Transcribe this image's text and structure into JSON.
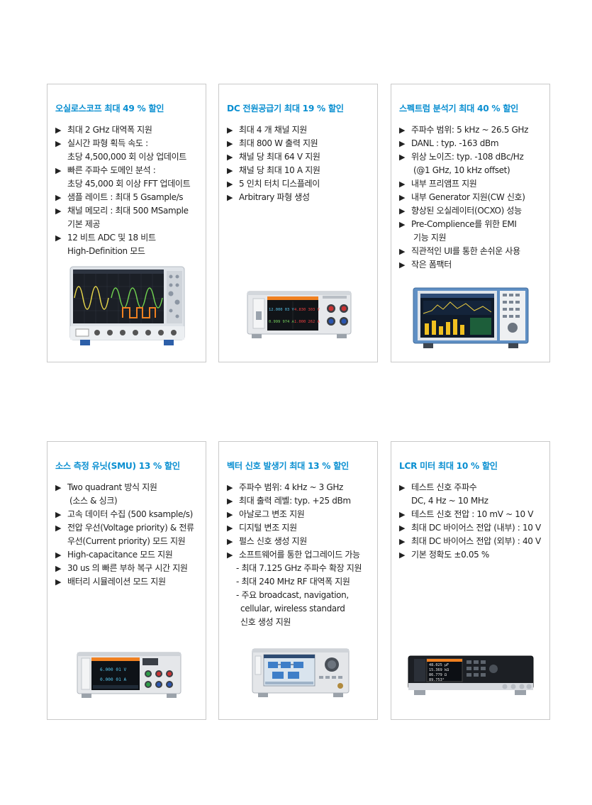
{
  "cards": [
    {
      "title": "오실로스코프 최대 49 % 할인",
      "lines": [
        "최대 2 GHz 대역폭 지원",
        "실시간 파형 획득 속도 :",
        "초당 4,500,000 회 이상 업데이트",
        "빠른 주파수 도메인 분석 :",
        "초당 45,000 회 이상 FFT 업데이트",
        "샘플 레이트 : 최대 5 Gsample/s",
        "채널 메모리 : 최대 500 MSample",
        "기본 제공",
        "12 비트 ADC 및 18 비트",
        "High-Definition 모드"
      ]
    },
    {
      "title": "DC 전원공급기 최대 19 % 할인",
      "lines": [
        "최대 4 개 채널 지원",
        "최대 800 W 출력 지원",
        "채널 당 최대 64 V 지원",
        "채널 당 최대 10 A 지원",
        "5 인치 터치 디스플레이",
        "Arbitrary 파형 생성"
      ],
      "display": [
        "12.000 03 V",
        "4.830 303 V",
        "0.999 974 A",
        "1.000 262 A"
      ]
    },
    {
      "title": "스펙트럼 분석기 최대 40 % 할인",
      "lines": [
        "주파수 범위: 5 kHz ~ 26.5 GHz",
        "DANL : typ. -163 dBm",
        "위상 노이즈: typ. -108 dBc/Hz",
        "(@1 GHz, 10 kHz offset)",
        "내부 프리앰프 지원",
        "내부 Generator 지원(CW 신호)",
        "향상된 오실레이터(OCXO) 성능",
        "Pre-Complience를 위한 EMI",
        "기능 지원",
        "직관적인 UI를 통한 손쉬운 사용",
        "작은 폼팩터"
      ]
    },
    {
      "title": "소스 측정 유닛(SMU) 13 % 할인",
      "lines": [
        "Two quadrant 방식 지원",
        "(소스 & 싱크)",
        "고속 데이터 수집 (500 ksample/s)",
        "전압 우선(Voltage priority) & 전류",
        "우선(Current priority) 모드 지원",
        "High-capacitance 모드 지원",
        "30 us 의 빠른 부하 복구 시간 지원",
        "배터리 시뮬레이션 모드 지원"
      ],
      "display": [
        "6.000 01 V",
        "0.000 01 A"
      ]
    },
    {
      "title": "벡터 신호 발생기 최대 13 % 할인",
      "lines": [
        "주파수 범위: 4 kHz ~ 3 GHz",
        "최대 출력 레벨: typ. +25 dBm",
        "아날로그 변조 지원",
        "디지털 변조 지원",
        "펄스 신호 생성 지원",
        "소프트웨어를 통한 업그레이드 가능",
        "- 최대 7.125 GHz 주파수 확장 지원",
        "- 최대 240 MHz RF 대역폭 지원",
        "- 주요 broadcast, navigation,",
        "cellular, wireless standard",
        "신호 생성 지원"
      ]
    },
    {
      "title": "LCR 미터 최대 10 % 할인",
      "lines": [
        "테스트 신호 주파수",
        "DC, 4 Hz ~ 10 MHz",
        "테스트 신호 전압 : 10 mV ~ 10 V",
        "최대 DC 바이어스 전압 (내부) : 10 V",
        "최대 DC 바이어스 전압 (외부) : 40 V",
        "기본 정확도 ±0.05 %"
      ],
      "display": [
        "48.025 µF",
        "15.369 kΩ",
        "86.779 Ω",
        "89.753°"
      ]
    }
  ]
}
